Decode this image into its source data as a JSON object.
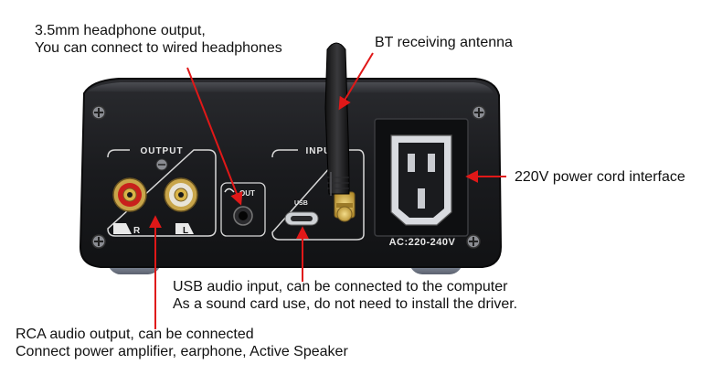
{
  "annotations": {
    "headphone": {
      "line1": "3.5mm headphone output,",
      "line2": "You can connect to wired headphones"
    },
    "antenna": {
      "line1": "BT receiving antenna"
    },
    "power": {
      "line1": "220V power cord interface"
    },
    "usb": {
      "line1": "USB audio input, can be connected to the computer",
      "line2": "As a sound card use, do not need to install the driver."
    },
    "rca": {
      "line1": "RCA audio output, can be connected",
      "line2": "Connect power amplifier, earphone, Active Speaker"
    }
  },
  "panel_labels": {
    "output": "OUTPUT",
    "input": "INPUT",
    "out_jack": "OUT",
    "usb": "USB",
    "channel_right": "R",
    "channel_left": "L",
    "voltage": "AC:220-240V"
  },
  "colors": {
    "arrow": "#e01818",
    "panel": "#1b1c1f",
    "rca_red": "#c8201c",
    "rca_white": "#e8e4d8",
    "gold": "#d9b448"
  }
}
